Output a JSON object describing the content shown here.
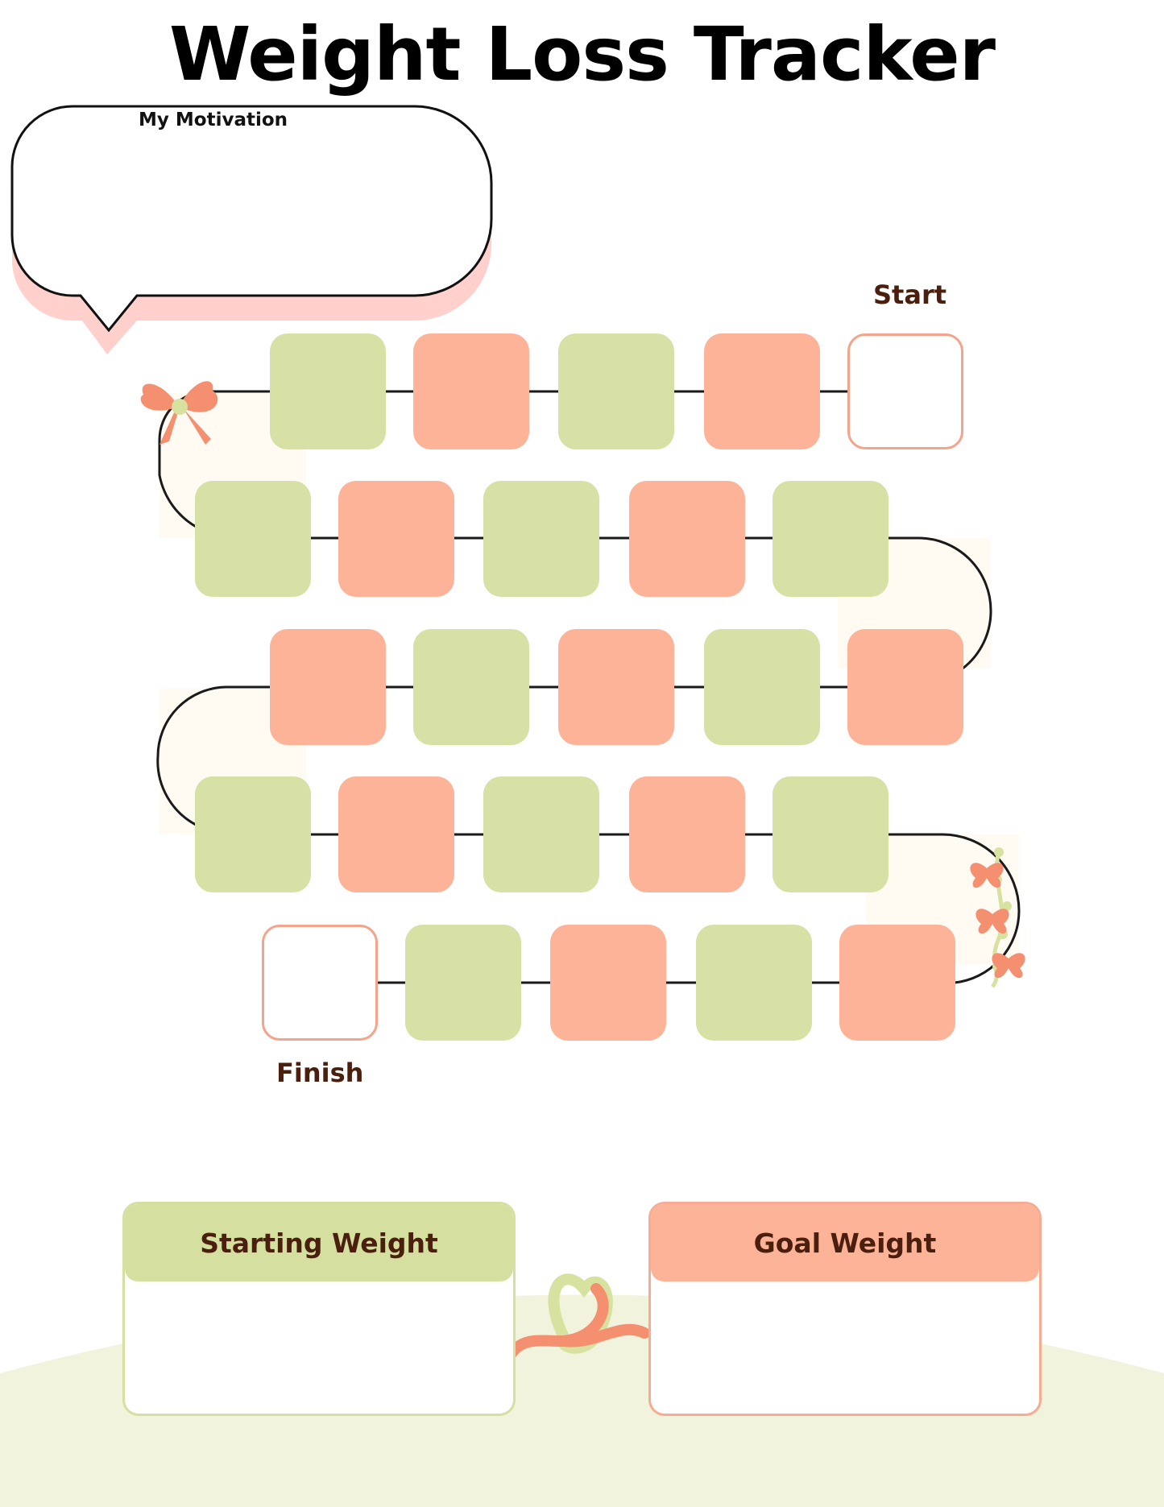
{
  "title": "Weight Loss Tracker",
  "motivation": {
    "label": "My Motivation"
  },
  "tracker": {
    "start_label": "Start",
    "finish_label": "Finish",
    "rows": [
      [
        "green",
        "peach",
        "green",
        "peach",
        "empty"
      ],
      [
        "green",
        "peach",
        "green",
        "peach",
        "green"
      ],
      [
        "peach",
        "green",
        "peach",
        "green",
        "peach"
      ],
      [
        "green",
        "peach",
        "green",
        "peach",
        "green"
      ],
      [
        "empty",
        "green",
        "peach",
        "green",
        "peach"
      ]
    ]
  },
  "cards": {
    "starting": {
      "label": "Starting Weight"
    },
    "goal": {
      "label": "Goal Weight"
    }
  },
  "colors": {
    "green": "#d7e0a5",
    "peach": "#fdb397",
    "pink_shadow": "#ffd0cc",
    "text_brown": "#4a1f0e",
    "ground": "#f1f3dd"
  },
  "decorations": [
    "bow-icon",
    "butterfly-icon",
    "ribbon-icon"
  ]
}
